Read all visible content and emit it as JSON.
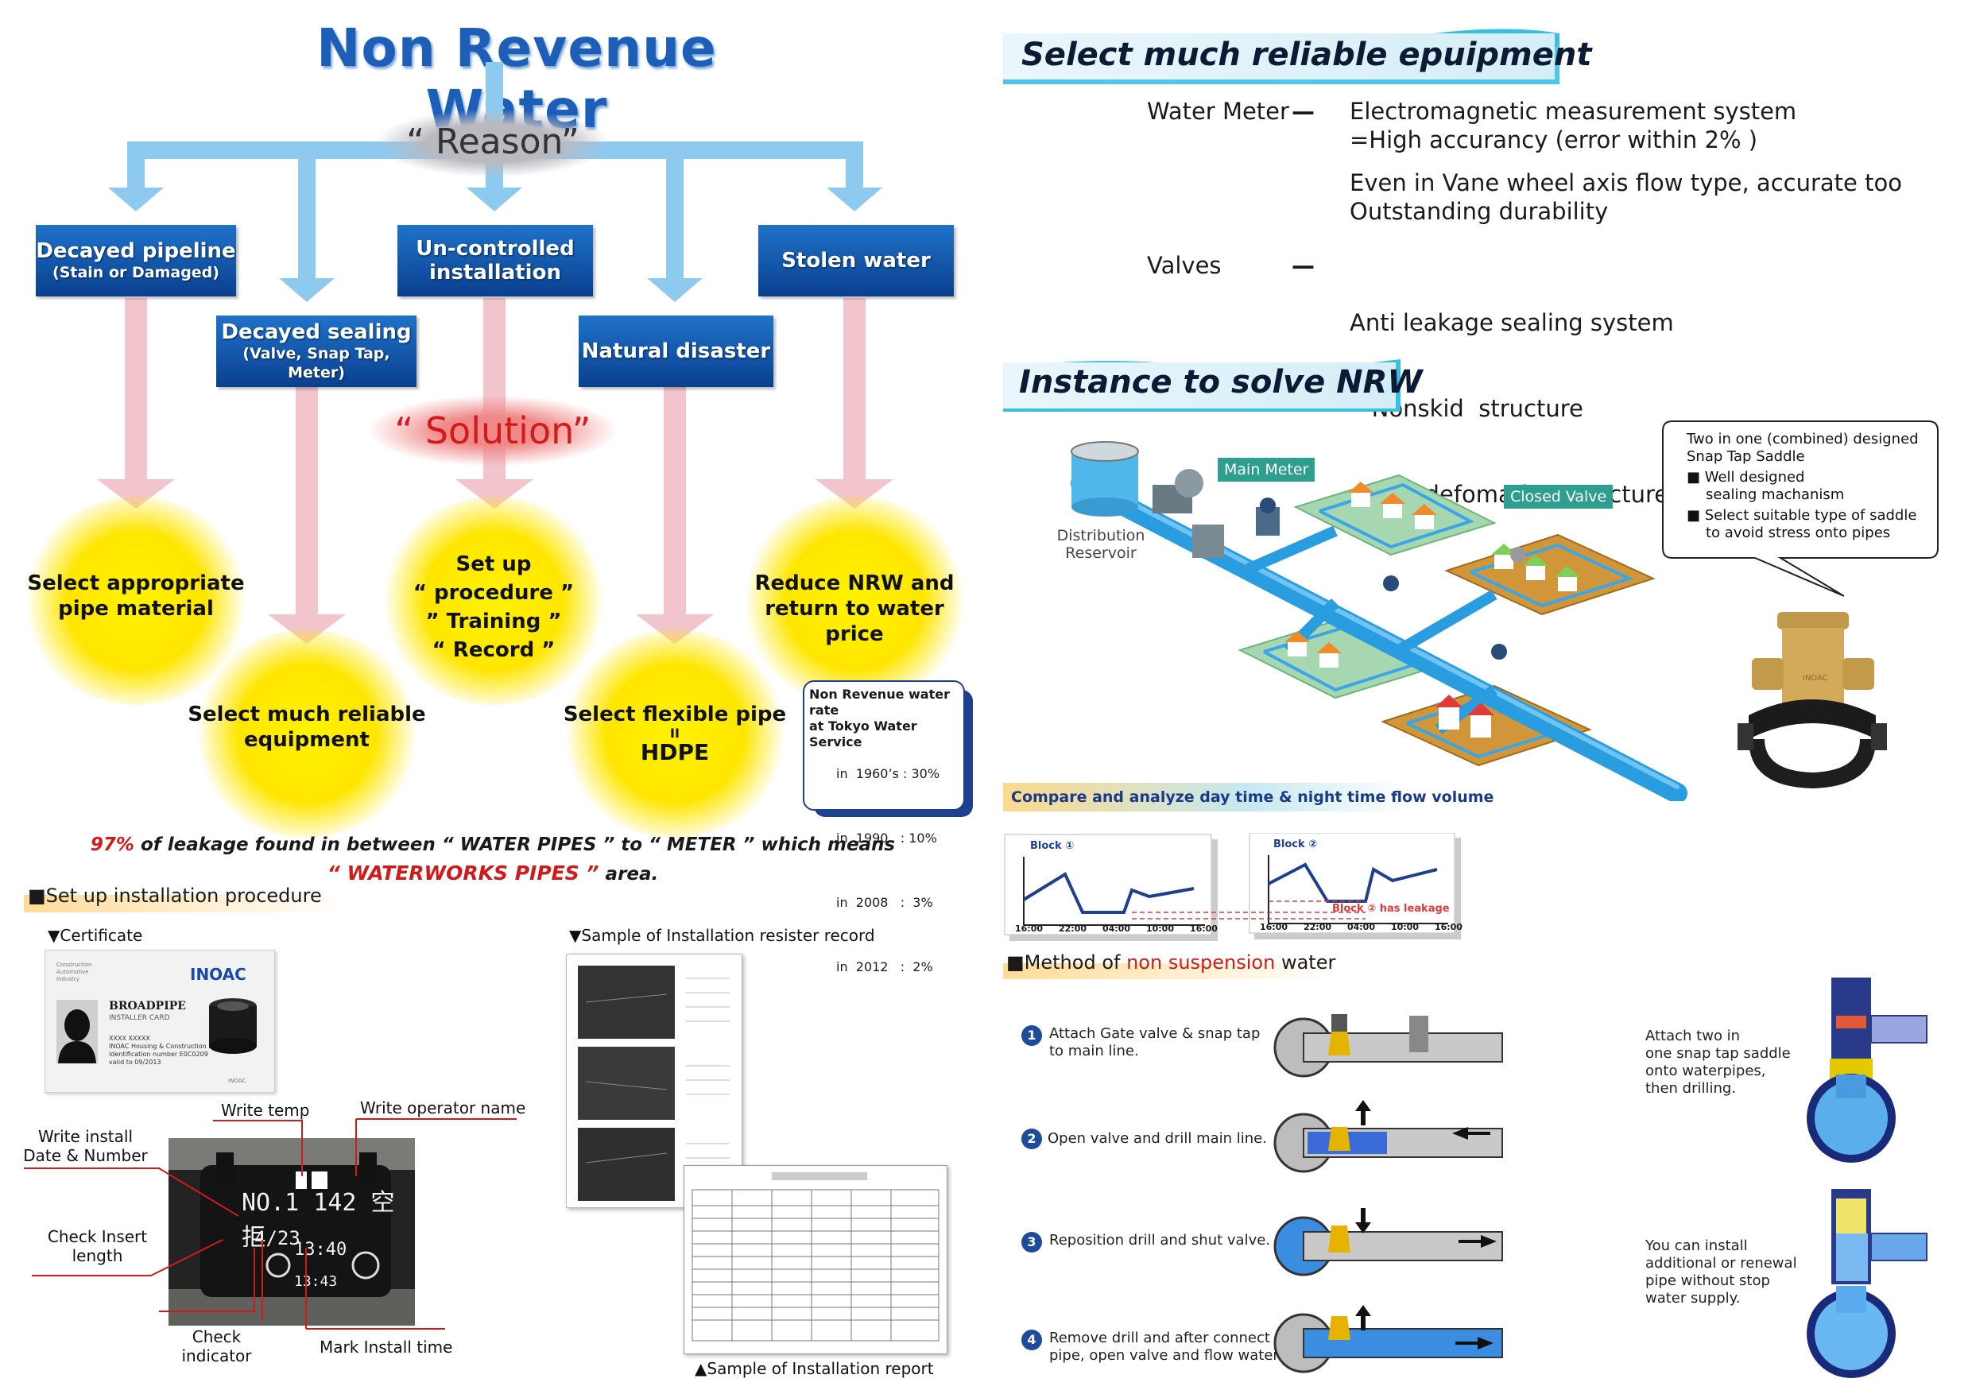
{
  "left": {
    "main_title": "Non Revenue Water",
    "reason_label": "“ Reason”",
    "solution_label": "“ Solution”",
    "reasons": [
      {
        "title": "Decayed pipeline",
        "sub": "(Stain or Damaged)"
      },
      {
        "title": "Decayed sealing",
        "sub": "(Valve, Snap Tap, Meter)"
      },
      {
        "title": "Un-controlled",
        "sub": "installation"
      },
      {
        "title": "Natural disaster",
        "sub": ""
      },
      {
        "title": "Stolen water",
        "sub": ""
      }
    ],
    "solutions": [
      {
        "l1": "Select appropriate",
        "l2": "pipe material",
        "l3": "",
        "l4": ""
      },
      {
        "l1": "Select much reliable",
        "l2": "equipment",
        "l3": "",
        "l4": ""
      },
      {
        "l1": "Set up",
        "l2": "“ procedure ”",
        "l3": "” Training ”",
        "l4": "“ Record ”"
      },
      {
        "l1": "Select flexible pipe",
        "l2": "II",
        "l3": "HDPE",
        "l4": ""
      },
      {
        "l1": "Reduce NRW and",
        "l2": "return to water price",
        "l3": "",
        "l4": ""
      }
    ],
    "nrw_rate": {
      "title1": "Non Revenue water rate",
      "title2": "at Tokyo Water Service",
      "rows": [
        "in  1960’s : 30%",
        "in  1990   : 10%",
        "in  2008   :  3%",
        "in  2012   :  2%"
      ]
    },
    "leakage": {
      "pct": "97%",
      "line1": " of leakage found in between “ WATER PIPES ” to “ METER ” which means",
      "line2_red": "“ WATERWORKS PIPES ”",
      "line2_tail": "area."
    },
    "install_heading": "■Set up installation procedure",
    "certificate_label": "▼Certificate",
    "card": {
      "tiny1": "Construction",
      "tiny2": "Automotive",
      "tiny3": "Industry",
      "brand": "INOAC",
      "name": "BROADPIPE",
      "role": "INSTALLER CARD",
      "line1": "XXXX XXXXX",
      "line2": "INOAC Housing & Construction Mat.",
      "line3": "Identification number E0C0209",
      "line4": "valid to 09/2013",
      "foot": "INOAC"
    },
    "photo_labels": {
      "write_temp": "Write temp",
      "write_operator": "Write operator name",
      "write_install_1": "Write install",
      "write_install_2": "Date & Number",
      "check_insert_1": "Check Insert",
      "check_insert_2": "length",
      "check_ind_1": "Check",
      "check_ind_2": "indicator",
      "mark_time": "Mark Install time"
    },
    "pipe_handwriting": {
      "a": "NO.1 142 空拒",
      "b": "4/23",
      "c": "13:40",
      "d": "13:43"
    },
    "sample_record_label": "▼Sample of Installation resister record",
    "sample_report_label": "▲Sample of Installation report"
  },
  "right": {
    "banner1": "Select much reliable epuipment",
    "equipment": [
      {
        "name": "Water Meter",
        "lines": [
          "Electromagnetic measurement system",
          "=High accurancy (error within 2% )"
        ]
      },
      {
        "name": "",
        "lines": [
          "Even in Vane wheel axis flow type, accurate too",
          "Outstanding durability"
        ]
      },
      {
        "name": "Valves",
        "lines": [
          "Anti leakage sealing system",
          "   Nonskid  structure",
          "   Anti defomation structure"
        ]
      }
    ],
    "dash": "—",
    "banner2": "Instance to solve NRW",
    "map": {
      "reservoir_1": "Distribution",
      "reservoir_2": "Reservoir",
      "main_meter": "Main Meter",
      "closed_valve": "Closed Valve"
    },
    "callout": {
      "l1": "Two in one (combined) designed",
      "l2": "Snap Tap Saddle",
      "b1": "■ Well designed",
      "b1b": "sealing machanism",
      "b2": "■ Select suitable type of saddle",
      "b2b": "to avoid stress onto pipes",
      "brand": "INOAC"
    },
    "compare_banner": "Compare and analyze day time & night time flow volume",
    "blocks": [
      {
        "label": "Block ①",
        "ticks": [
          "16:00",
          "22:00",
          "04:00",
          "10:00",
          "16:00"
        ]
      },
      {
        "label": "Block ②",
        "ticks": [
          "16:00",
          "22:00",
          "04:00",
          "10:00",
          "16:00"
        ],
        "note": "Block ② has leakage"
      }
    ],
    "method_prefix": "■Method of ",
    "method_red": "non suspension",
    "method_suffix": " water",
    "steps": [
      {
        "num": "1",
        "l1": "Attach Gate valve & snap tap",
        "l2": "to main line."
      },
      {
        "num": "2",
        "l1": "Open valve and drill main line.",
        "l2": ""
      },
      {
        "num": "3",
        "l1": "Reposition drill and shut valve.",
        "l2": ""
      },
      {
        "num": "4",
        "l1": "Remove drill and after connect",
        "l2": "pipe, open valve and flow water."
      }
    ],
    "side_note1": [
      "Attach two in",
      "one snap tap saddle",
      "onto waterpipes,",
      "then drilling."
    ],
    "side_note2": [
      "You can install",
      "additional or renewal",
      "pipe without stop",
      "water supply."
    ]
  },
  "colors": {
    "title_blue": "#1d5fb8",
    "box_blue": "#0d4fa8",
    "arrow_light_blue": "#8ecaf0",
    "arrow_pink": "#f2c4cc",
    "accent_red": "#d21a1a",
    "solution_yellow": "#fff200",
    "banner_cyan": "#3bbde0"
  }
}
